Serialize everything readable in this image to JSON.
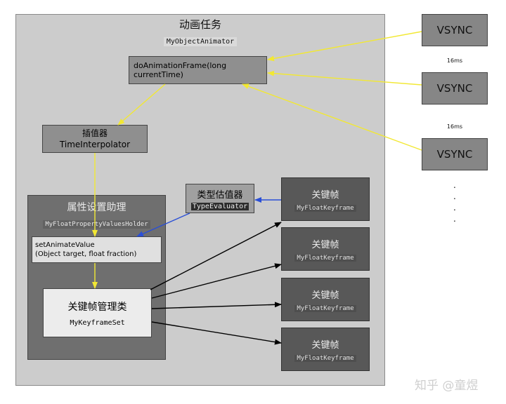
{
  "main_box": {
    "title": "动画任务",
    "class_name": "MyObjectAnimator"
  },
  "do_animation": {
    "label": "doAnimationFrame(long currentTime)"
  },
  "vsync": [
    {
      "label": "VSYNC"
    },
    {
      "label": "VSYNC"
    },
    {
      "label": "VSYNC"
    }
  ],
  "intervals": [
    "16ms",
    "16ms"
  ],
  "continuation_dots": [
    ".",
    ".",
    ".",
    "."
  ],
  "interpolator": {
    "title": "插值器",
    "class_name": "TimeInterpolator"
  },
  "holder": {
    "title": "属性设置助理",
    "class_name": "MyFloatPropertyValuesHolder"
  },
  "set_value": {
    "line1": "setAnimateValue",
    "line2": "(Object target, float fraction)"
  },
  "keyframe_set": {
    "title": "关键帧管理类",
    "class_name": "MyKeyframeSet"
  },
  "evaluator": {
    "title": "类型估值器",
    "class_name": "TypeEvaluator"
  },
  "keyframes": [
    {
      "title": "关键帧",
      "class_name": "MyFloatKeyframe"
    },
    {
      "title": "关键帧",
      "class_name": "MyFloatKeyframe"
    },
    {
      "title": "关键帧",
      "class_name": "MyFloatKeyframe"
    },
    {
      "title": "关键帧",
      "class_name": "MyFloatKeyframe"
    }
  ],
  "watermark": "知乎 @童煜",
  "colors": {
    "yellow_arrow": "#f2e833",
    "blue_arrow": "#2a4fd6",
    "black_arrow": "#000000"
  }
}
